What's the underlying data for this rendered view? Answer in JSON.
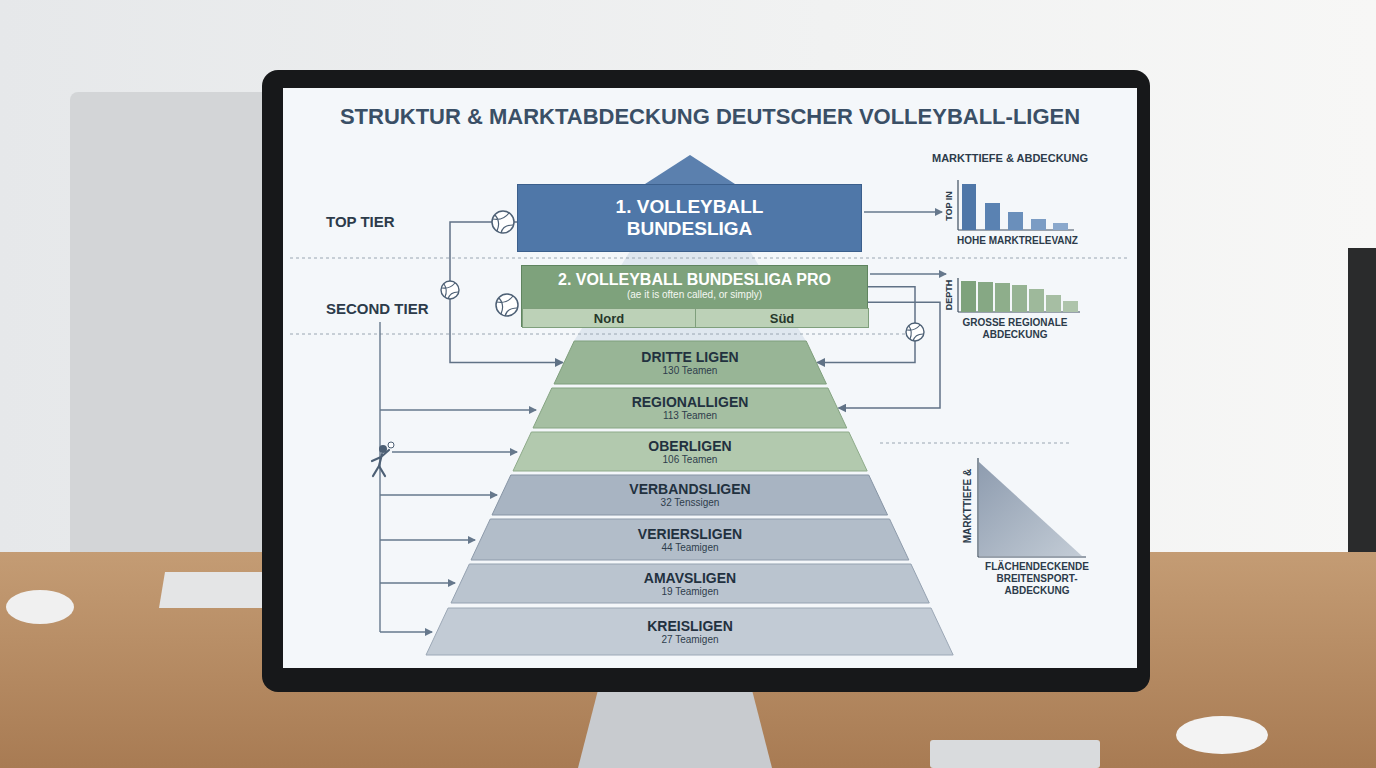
{
  "diagram": {
    "title": "STRUKTUR & MARKTABDECKUNG DEUTSCHER VOLLEYBALL-LIGEN",
    "nodes": [
      {
        "text": [
          "1. VOLLEYBALL BUNDESLIGA"
        ]
      },
      {
        "text": [
          "2. VOLLEYBALL BUNDESLIGA PRO",
          "(ae it is often called, or simply)"
        ]
      },
      {
        "text": [
          "Nord"
        ],
        "in": 1
      },
      {
        "text": [
          "Süd"
        ],
        "in": 1
      },
      {
        "text": [
          "DRITTE LIGEN",
          "130 Teamen"
        ]
      },
      {
        "text": [
          "REGIONALLIGEN",
          "113 Teamen"
        ]
      },
      {
        "text": [
          "OBERLIGEN",
          "106 Teamen"
        ]
      },
      {
        "text": [
          "VERBANDSLIGEN",
          "32 Tenssigen"
        ]
      },
      {
        "text": [
          "VERIERSLIGEN",
          "44 Teamigen"
        ]
      },
      {
        "text": [
          "AMAVSLIGEN",
          "19 Teamigen"
        ]
      },
      {
        "text": [
          "KREISLIGEN",
          "27 Teamigen"
        ]
      }
    ],
    "edges": [
      {
        "from": 0,
        "to": 4,
        "arrow": "to"
      },
      {
        "from": 1,
        "to": 4,
        "arrow": "to"
      },
      {
        "from": 1,
        "to": 5,
        "arrow": "to"
      }
    ],
    "labels": [
      "TOP TIER",
      "SECOND TIER",
      "MARKTTIEFE & ABDECKUNG",
      "TOP IN",
      "HOHE MARKTRELEVANZ",
      "DEPTH",
      "GROSSE REGIONALE ABDECKUNG",
      "MARKTTIEFE &",
      "FLÄCHENDECKENDE BREITENSPORT-ABDECKUNG"
    ]
  }
}
